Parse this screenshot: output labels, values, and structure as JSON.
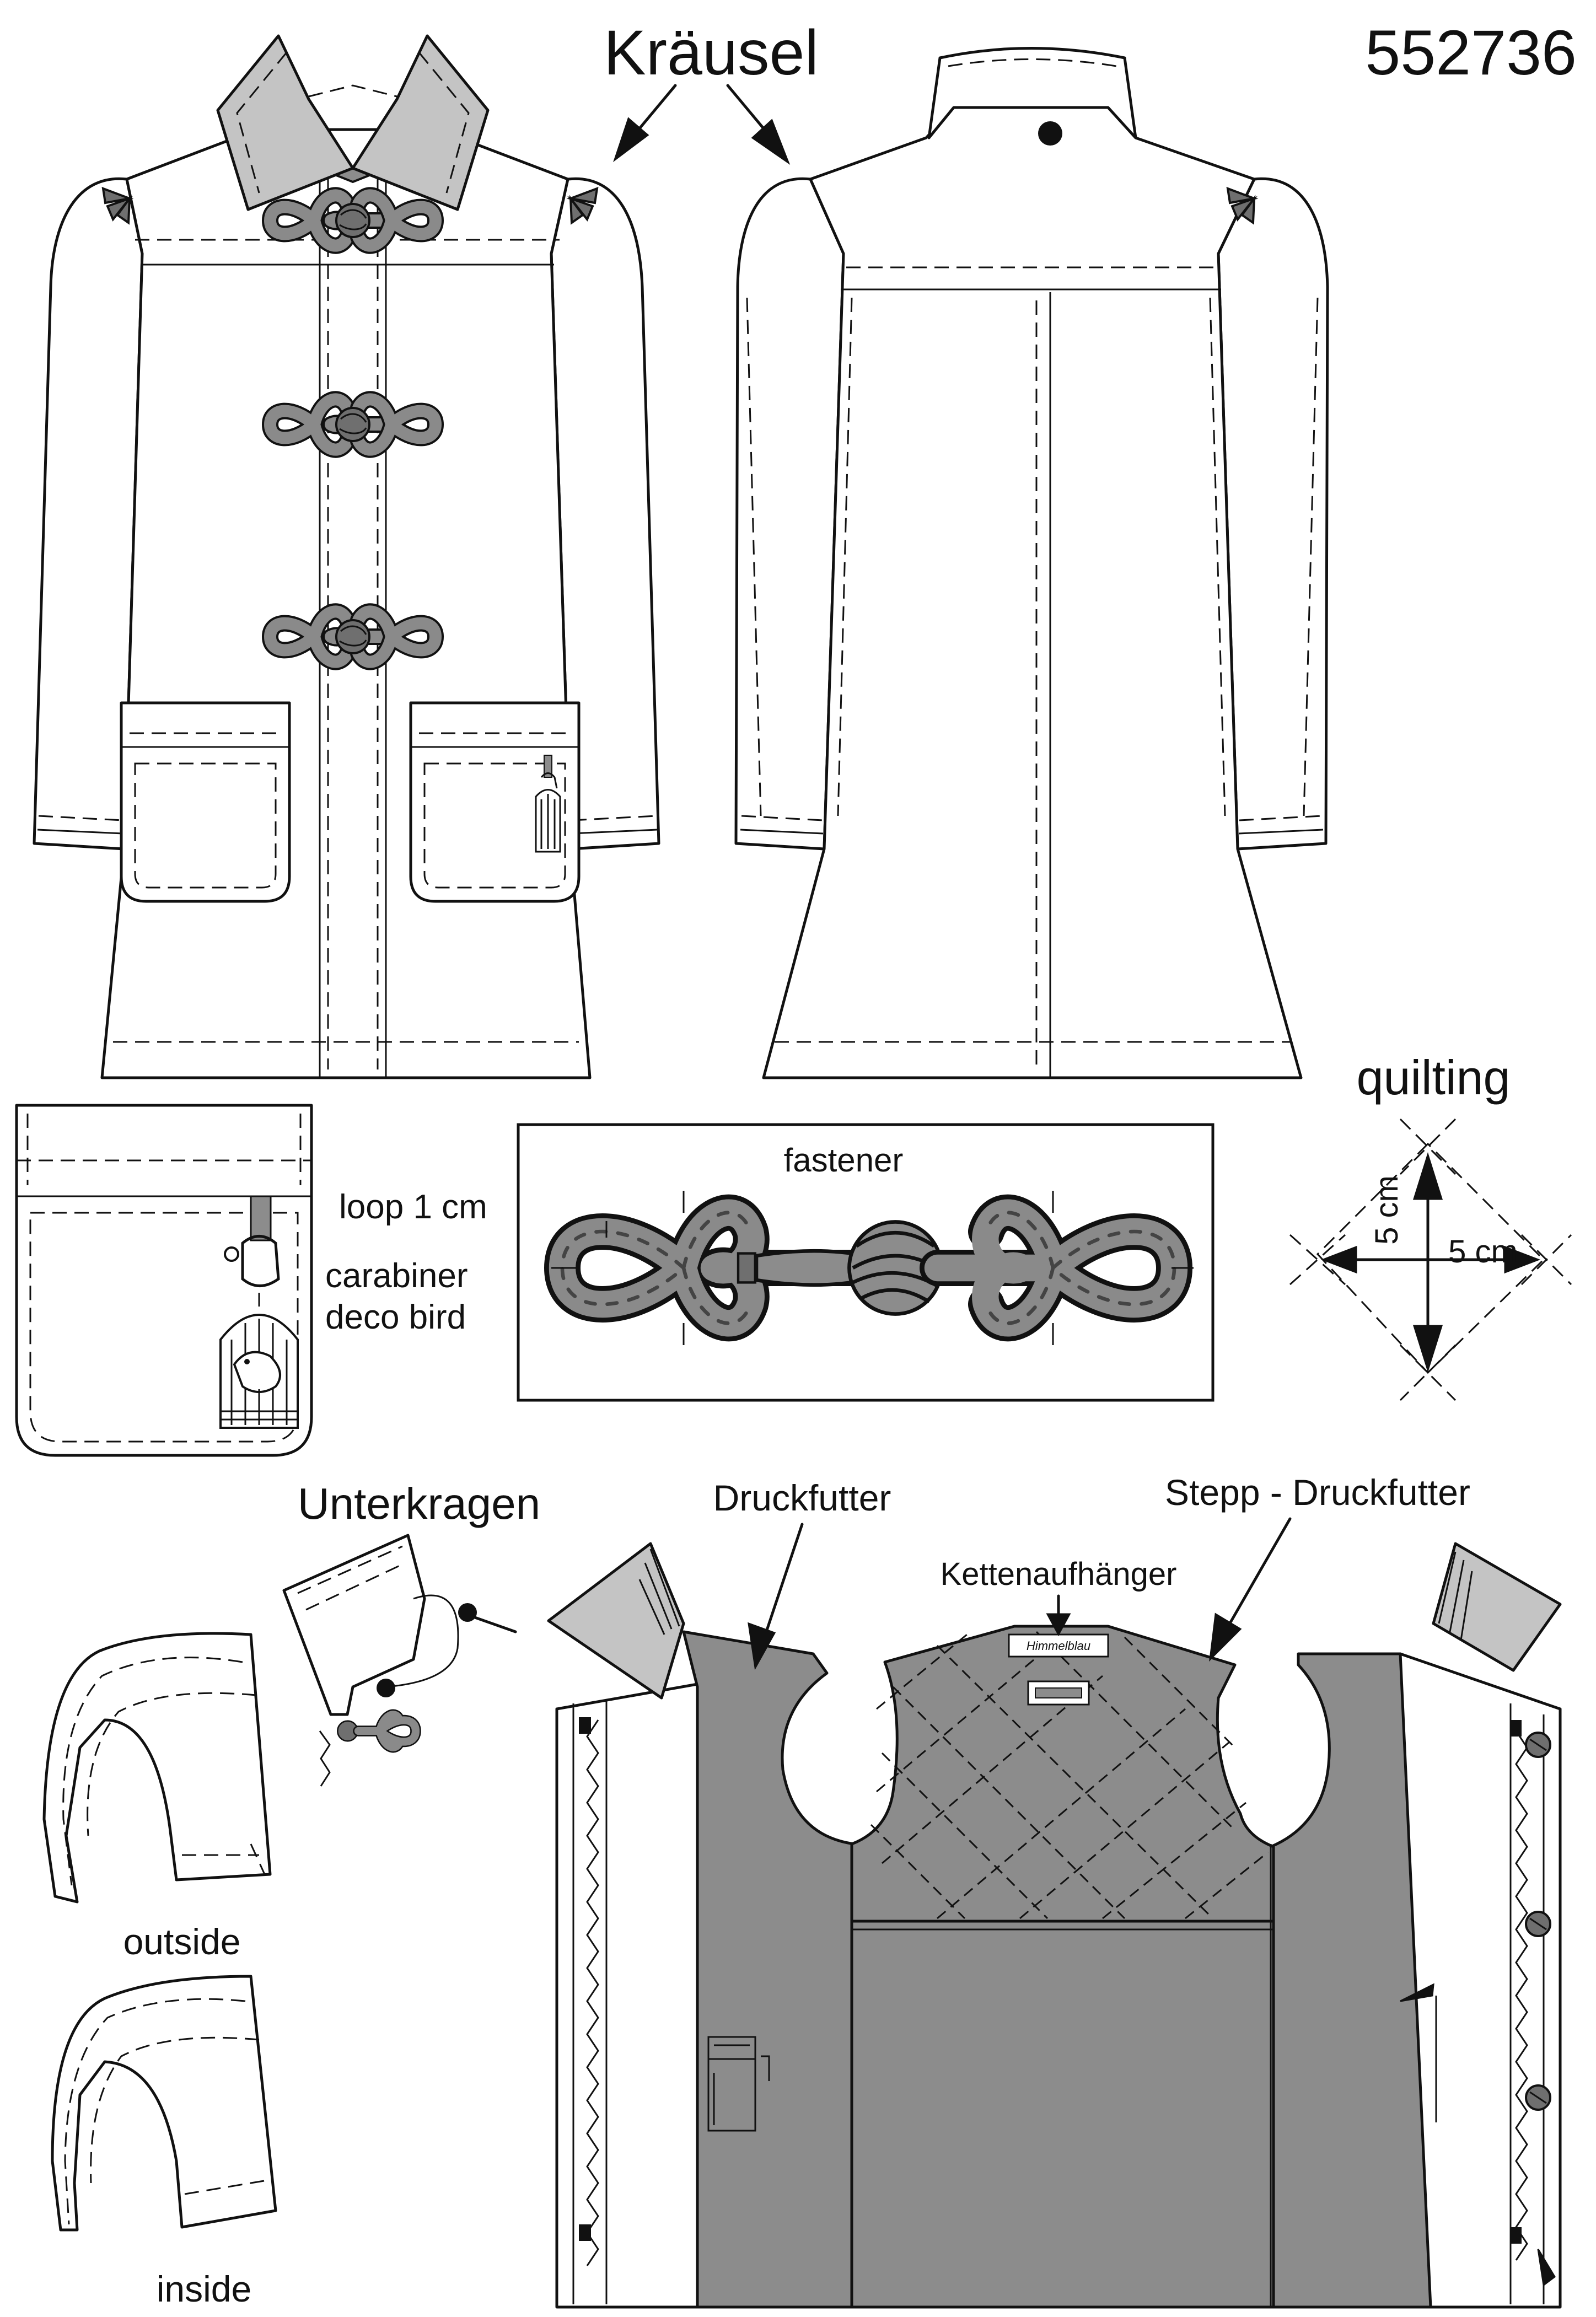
{
  "pattern_number": "552736",
  "labels": {
    "kraeusel": "Kräusel",
    "quilting": "quilting",
    "fastener": "fastener",
    "loop": "loop 1 cm",
    "carabiner": "carabiner",
    "deco_bird": "deco bird",
    "quilt_vertical": "5 cm",
    "quilt_horizontal": "5 cm",
    "unterkragen": "Unterkragen",
    "druckfutter": "Druckfutter",
    "stepp_druckfutter": "Stepp - Druckfutter",
    "kettenaufhaenger": "Kettenaufhänger",
    "outside": "outside",
    "inside": "inside",
    "hanger_tag": "Himmelblau"
  },
  "colors": {
    "outline": "#111111",
    "lining_grey": "#8c8c8c",
    "collar_grey": "#c4c4c4",
    "paper": "#ffffff"
  }
}
